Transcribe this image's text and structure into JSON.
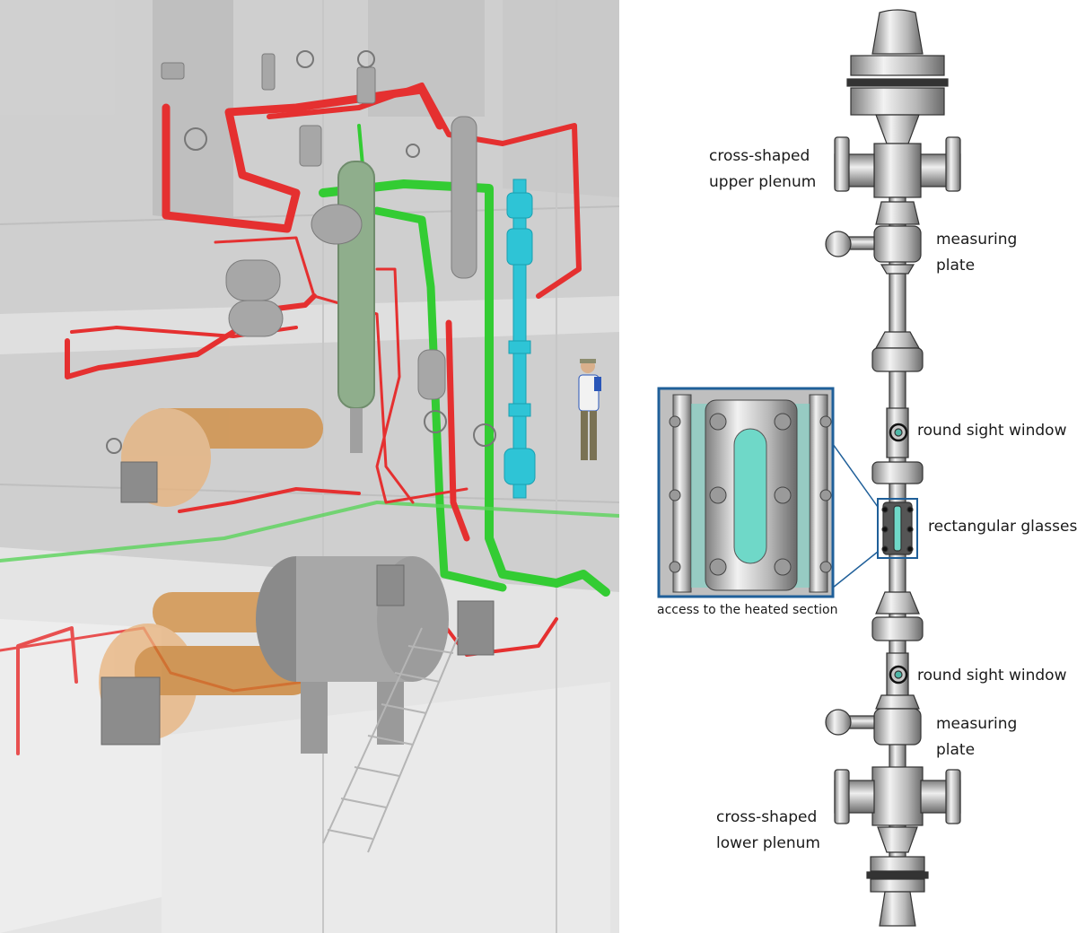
{
  "labels": {
    "upper_plenum": [
      "cross-shaped",
      "upper plenum"
    ],
    "measuring_plate_upper": [
      "measuring",
      "plate"
    ],
    "round_window_upper": "round sight window",
    "rectangular_glasses": "rectangular glasses",
    "round_window_lower": "round sight window",
    "measuring_plate_lower": [
      "measuring",
      "plate"
    ],
    "lower_plenum": [
      "cross-shaped",
      "lower plenum"
    ],
    "inset_caption": "access to the heated section"
  },
  "colors": {
    "hot_pipe": "#e53030",
    "green_pipe": "#33cc33",
    "test_section": "#2ec4d6",
    "vessel_green": "#8fae8c",
    "callout_box": "#1f5f99",
    "steel": "#9a9a9a",
    "glass": "#6fd8c8"
  }
}
